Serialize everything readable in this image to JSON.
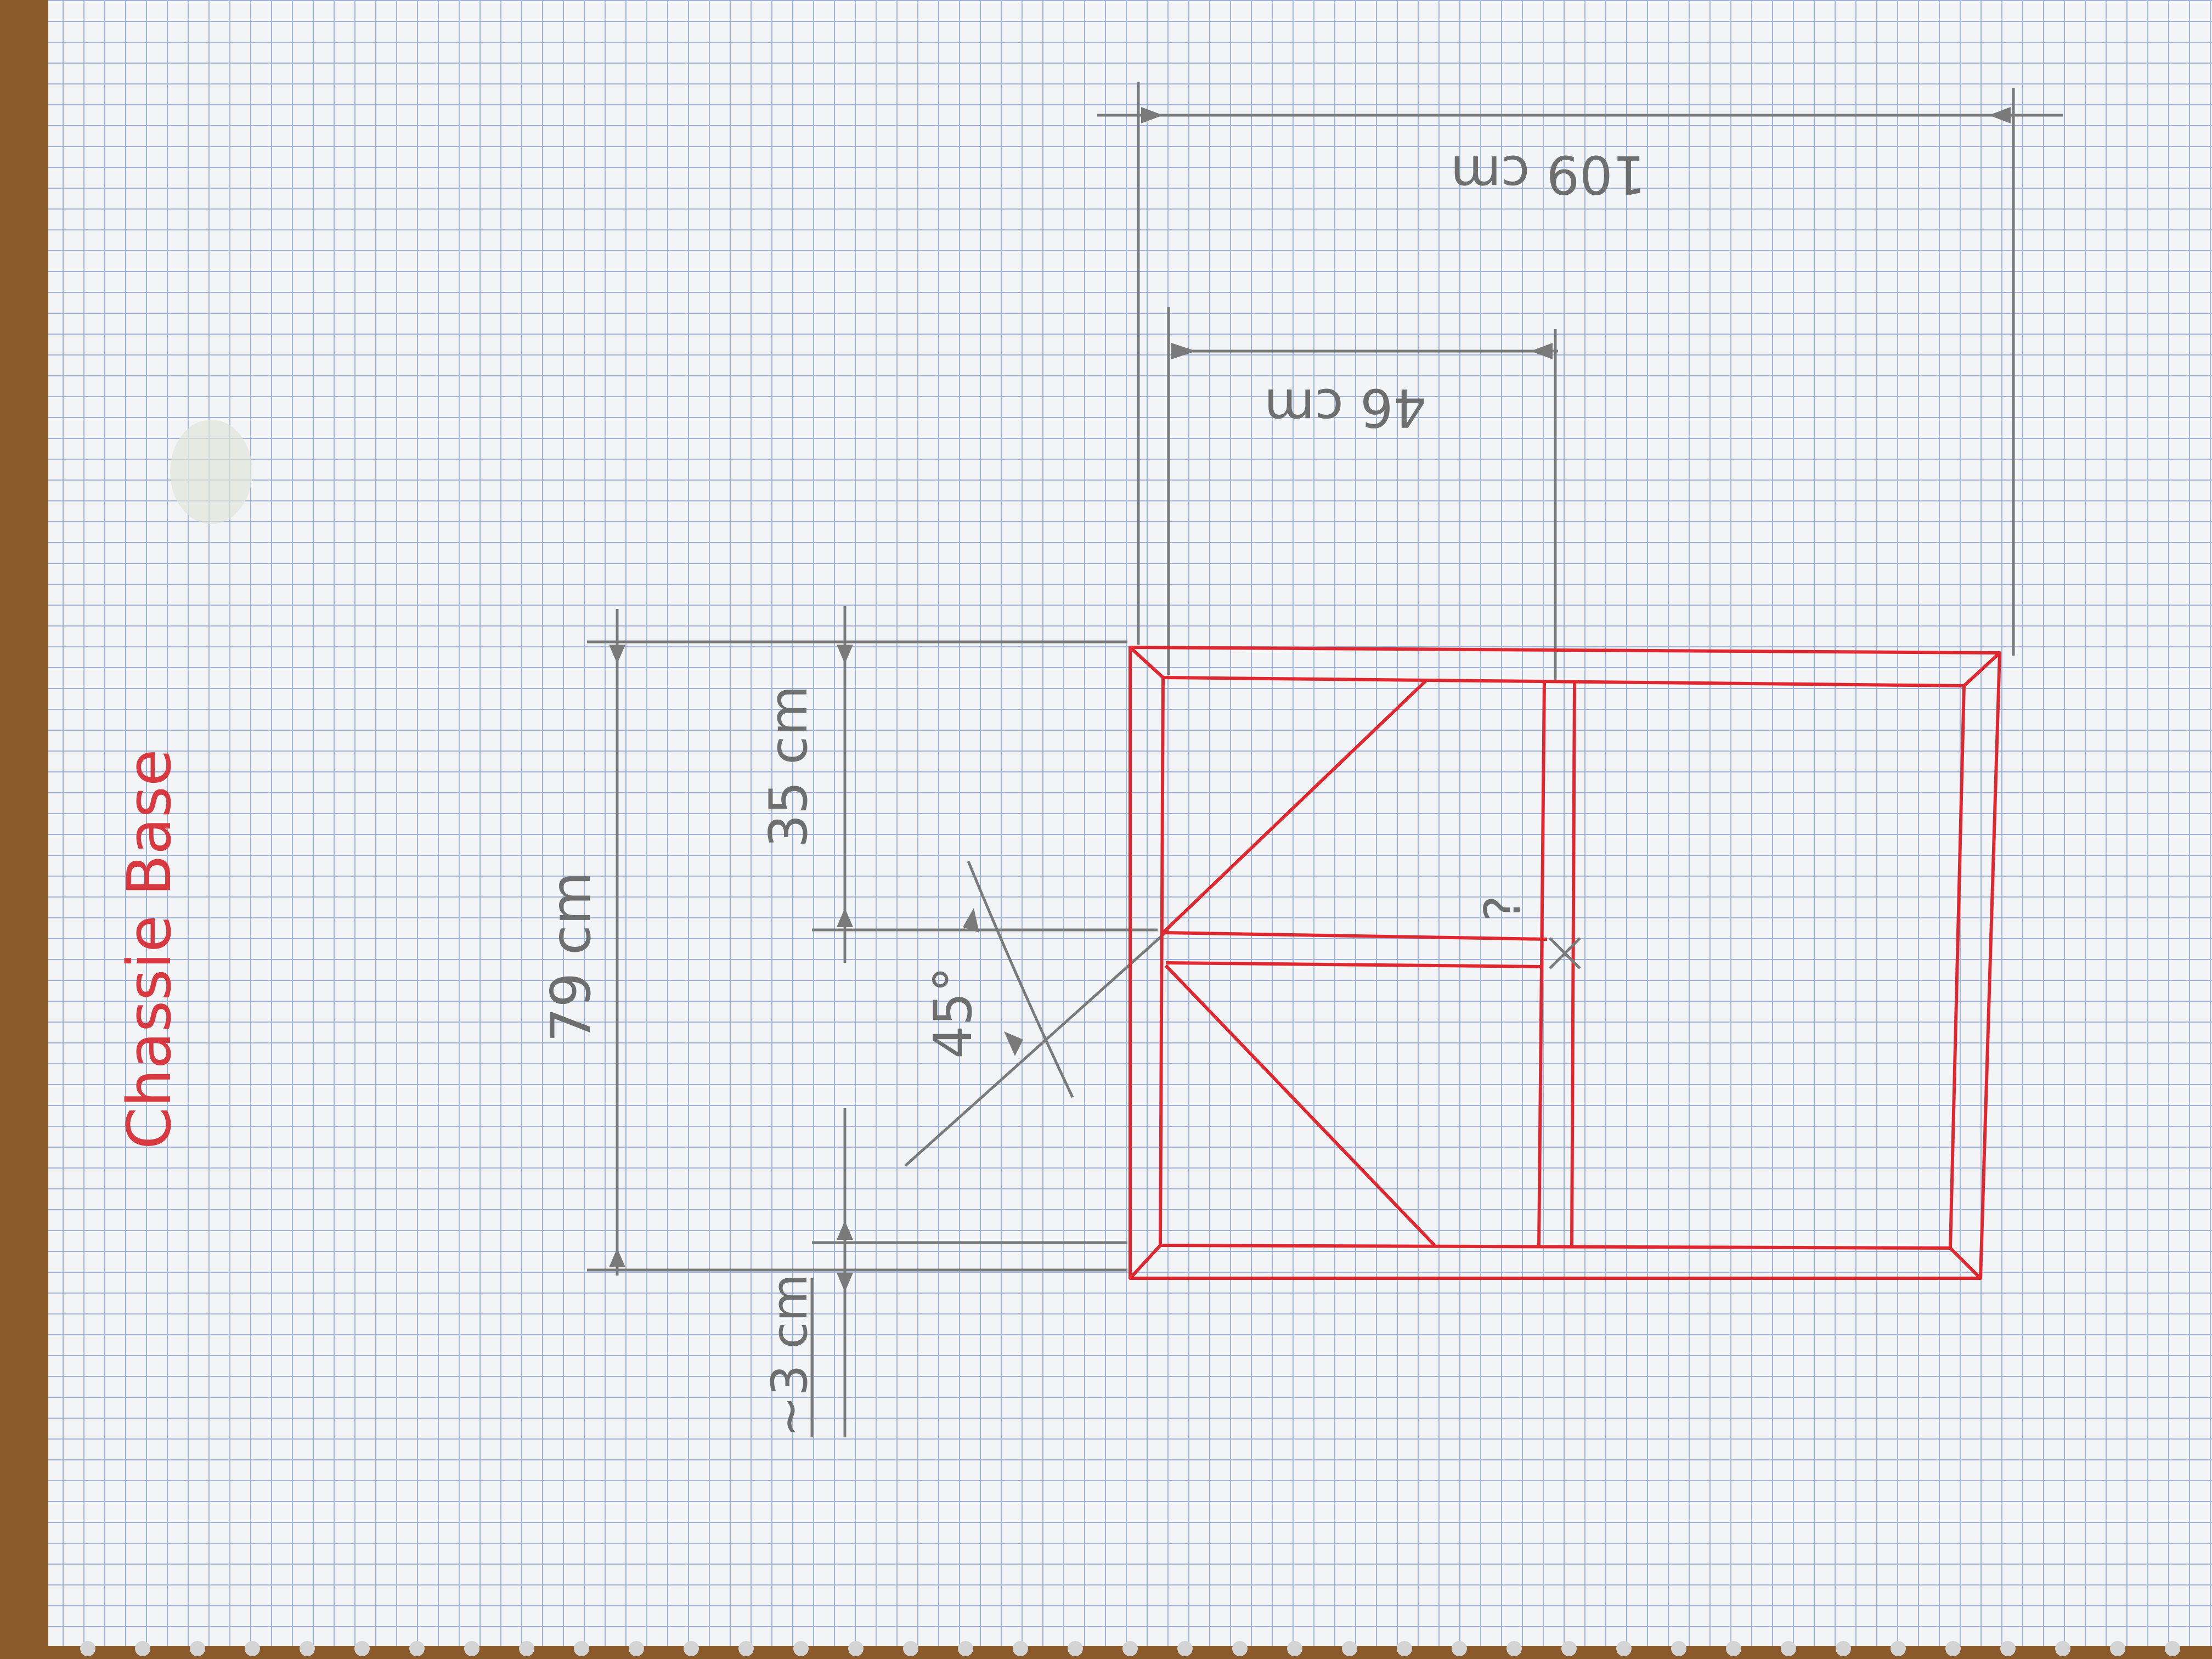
{
  "sheet": {
    "title": "Chassie Base",
    "paper": "graph paper",
    "colors": {
      "paper": "#f3f4f6",
      "grid": "#9fb3d6",
      "pencil": "#7a7a7a",
      "frame": "#e0262e",
      "desk": "#8a5a2b"
    }
  },
  "dimensions": {
    "overall_width": "79 cm",
    "upper_width": "35 cm",
    "gap": "~3 cm",
    "angle": "45°",
    "overall_length": "109 cm",
    "inner_length": "46 cm",
    "unknown_mark": "?"
  }
}
